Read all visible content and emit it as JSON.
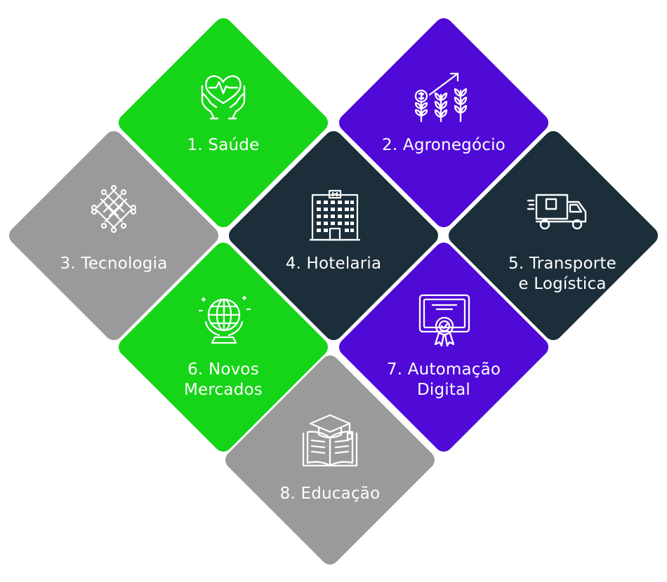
{
  "colors": {
    "green": "#16d418",
    "purple": "#4f0ad8",
    "gray": "#9b9a9a",
    "dark": "#1b2e3a",
    "icon_stroke": "#ffffff"
  },
  "tiles": [
    {
      "label": "1. Saúde",
      "color": "green",
      "icon": "heart-hands-icon"
    },
    {
      "label": "2. Agronegócio",
      "color": "purple",
      "icon": "growth-plants-icon"
    },
    {
      "label": "3. Tecnologia",
      "color": "gray",
      "icon": "circuit-icon"
    },
    {
      "label": "4. Hotelaria",
      "color": "dark",
      "icon": "hotel-building-icon"
    },
    {
      "label": "5. Transporte e Logística",
      "color": "dark",
      "icon": "delivery-truck-icon"
    },
    {
      "label": "6. Novos Mercados",
      "color": "green",
      "icon": "globe-icon"
    },
    {
      "label": "7. Automação Digital",
      "color": "purple",
      "icon": "certificate-icon"
    },
    {
      "label": "8. Educação",
      "color": "gray",
      "icon": "graduation-book-icon"
    }
  ]
}
